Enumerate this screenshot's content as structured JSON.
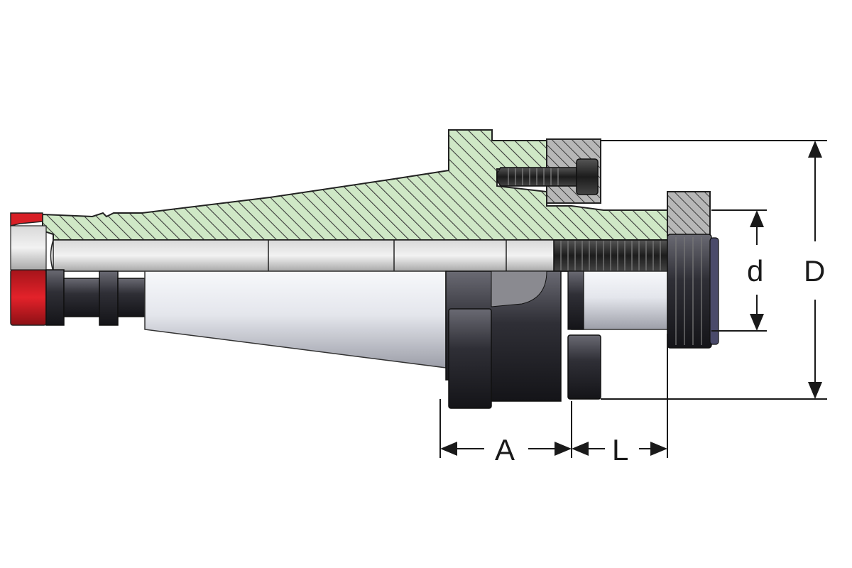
{
  "dimensions": {
    "outer_diameter_label": "D",
    "arbor_diameter_label": "d",
    "flange_length_label": "A",
    "pilot_length_label": "L"
  },
  "colors": {
    "section_fill": "#cfe8c6",
    "section_hatch": "#3a3a3a",
    "steel_dark": "#2e2e33",
    "steel_light": "#eceef2",
    "pull_stud_red": "#d81f26",
    "dimension_line": "#1a1a1a"
  }
}
